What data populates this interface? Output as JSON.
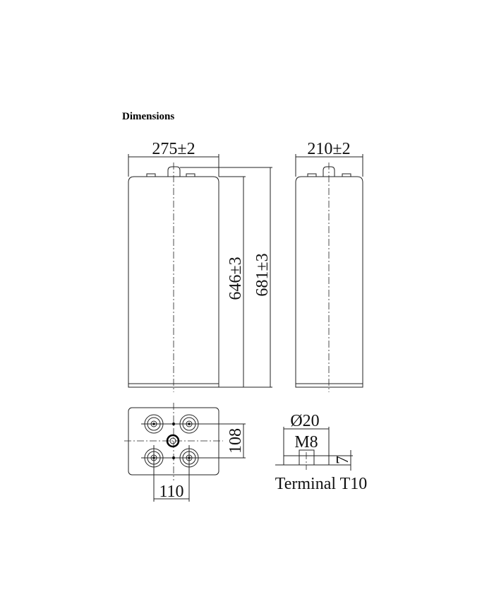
{
  "title": "Dimensions",
  "front_view": {
    "width_label": "275±2",
    "height_body_label": "646±3",
    "height_total_label": "681±3"
  },
  "side_view": {
    "width_label": "210±2"
  },
  "top_view": {
    "pitch_vertical_label": "108",
    "pitch_horizontal_label": "110"
  },
  "terminal": {
    "diameter_label": "Ø20",
    "thread_label": "M8",
    "height_label": "7",
    "caption": "Terminal T10"
  }
}
